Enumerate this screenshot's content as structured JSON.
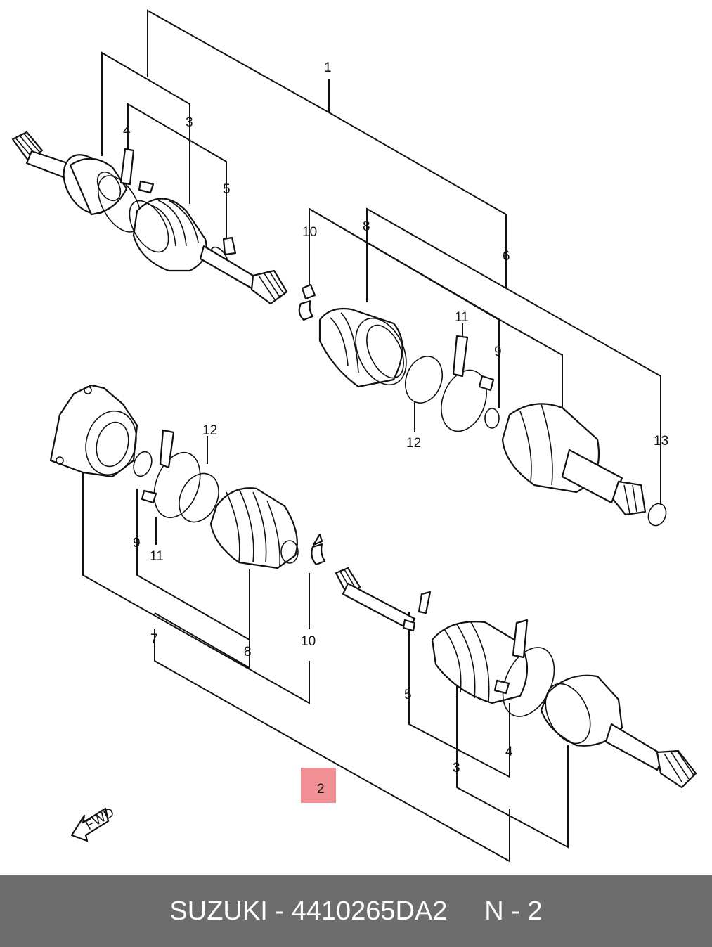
{
  "callouts": {
    "c1": "1",
    "c2": "2",
    "c3a": "3",
    "c3b": "3",
    "c4a": "4",
    "c4b": "4",
    "c5a": "5",
    "c5b": "5",
    "c6": "6",
    "c7": "7",
    "c8a": "8",
    "c8b": "8",
    "c9a": "9",
    "c9b": "9",
    "c10a": "10",
    "c10b": "10",
    "c11a": "11",
    "c11b": "11",
    "c12a": "12",
    "c12b": "12",
    "c13": "13"
  },
  "fwd_label": "FWD",
  "highlight_color": "#f08f94",
  "footer": {
    "brand": "SUZUKI",
    "separator": " - ",
    "part_number": "4410265DA2",
    "gap": "     ",
    "position": "N - 2"
  },
  "colors": {
    "footer_bg": "#6d6d6d",
    "footer_text": "#ffffff"
  }
}
